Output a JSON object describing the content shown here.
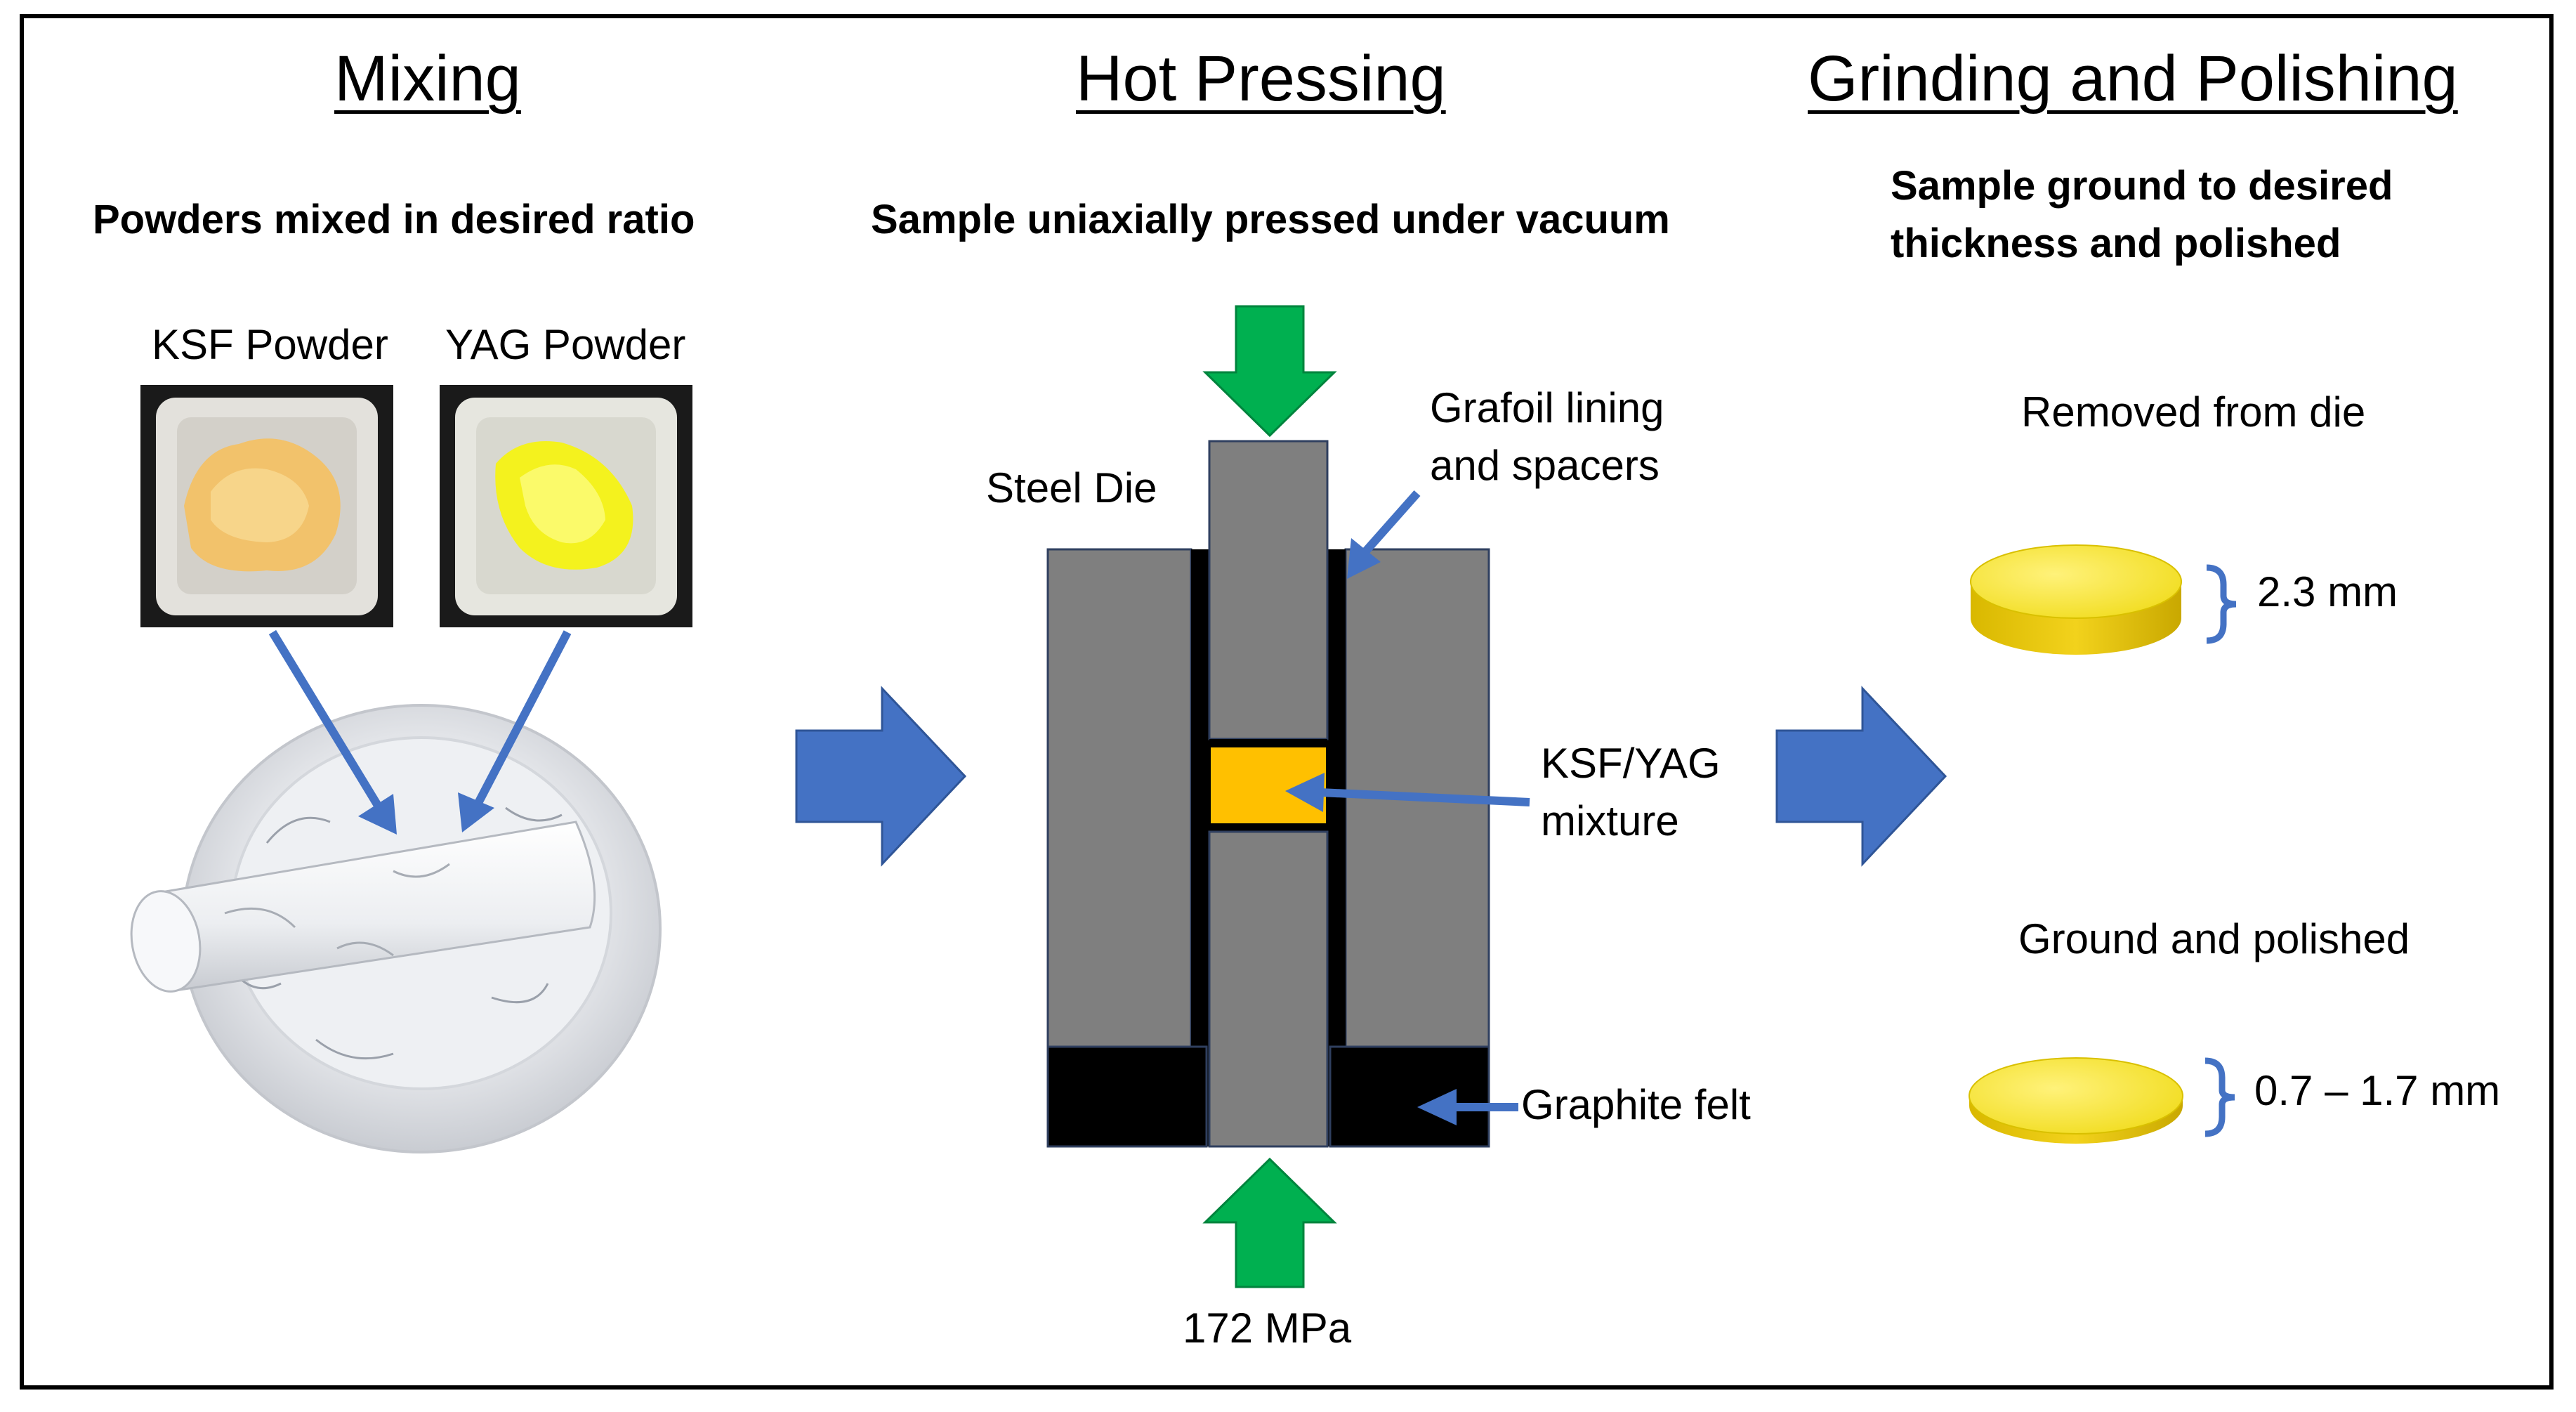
{
  "colors": {
    "arrow_blue": "#4472C4",
    "press_green": "#00B050",
    "die_gray": "#7F7F7F",
    "felt_black": "#000000",
    "mixture_orange": "#FFC000",
    "disk_yellow": "#F5D90A",
    "ksf_powder": "#F2C26B",
    "yag_powder": "#F4F21E"
  },
  "mixing": {
    "title": "Mixing",
    "subtitle": "Powders mixed in desired ratio",
    "ksf_label": "KSF Powder",
    "yag_label": "YAG Powder"
  },
  "hot_pressing": {
    "title": "Hot Pressing",
    "subtitle": "Sample uniaxially pressed under vacuum",
    "steel_die_label": "Steel Die",
    "grafoil_label_line1": "Grafoil lining",
    "grafoil_label_line2": "and spacers",
    "mixture_label_line1": "KSF/YAG",
    "mixture_label_line2": "mixture",
    "felt_label": "Graphite felt",
    "pressure_label": "172 MPa"
  },
  "grinding": {
    "title": "Grinding and Polishing",
    "subtitle_line1": "Sample ground to desired",
    "subtitle_line2": "thickness and polished",
    "removed_label": "Removed from die",
    "removed_thickness": "2.3 mm",
    "polished_label": "Ground and polished",
    "polished_thickness": "0.7 – 1.7 mm"
  }
}
